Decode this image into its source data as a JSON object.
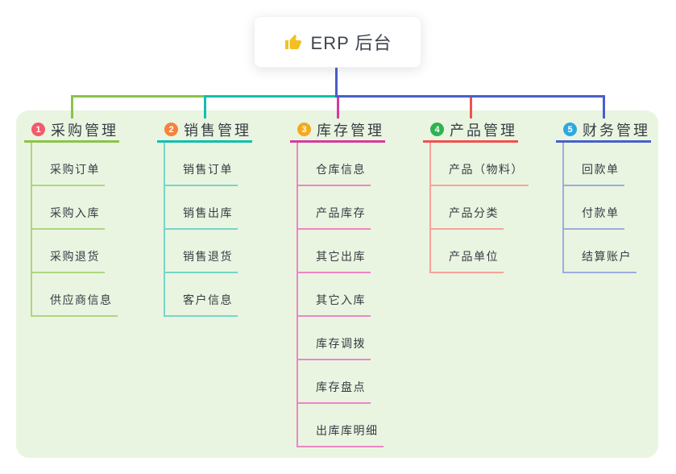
{
  "root": {
    "label": "ERP 后台",
    "icon": "thumbs-up-icon",
    "icon_color": "#f4c01e",
    "stem_color": "#4a5fc8"
  },
  "panel": {
    "background": "#e9f5e1"
  },
  "branches": [
    {
      "num": "1",
      "label": "采购管理",
      "line_color": "#8bc34a",
      "child_line_color": "#aed581",
      "badge_color": "#f15b6c",
      "children": [
        "采购订单",
        "采购入库",
        "采购退货",
        "供应商信息"
      ]
    },
    {
      "num": "2",
      "label": "销售管理",
      "line_color": "#12bfae",
      "child_line_color": "#76d5c9",
      "badge_color": "#f5823c",
      "children": [
        "销售订单",
        "销售出库",
        "销售退货",
        "客户信息"
      ]
    },
    {
      "num": "3",
      "label": "库存管理",
      "line_color": "#d63a9e",
      "child_line_color": "#ee85c6",
      "badge_color": "#f6a81f",
      "children": [
        "仓库信息",
        "产品库存",
        "其它出库",
        "其它入库",
        "库存调拨",
        "库存盘点",
        "出库库明细"
      ]
    },
    {
      "num": "4",
      "label": "产品管理",
      "line_color": "#f25050",
      "child_line_color": "#f7a29c",
      "badge_color": "#2eb350",
      "children": [
        "产品（物料）",
        "产品分类",
        "产品单位"
      ]
    },
    {
      "num": "5",
      "label": "财务管理",
      "line_color": "#4a5fc8",
      "child_line_color": "#9cadde",
      "badge_color": "#2ea8e0",
      "children": [
        "回款单",
        "付款单",
        "结算账户"
      ]
    }
  ]
}
